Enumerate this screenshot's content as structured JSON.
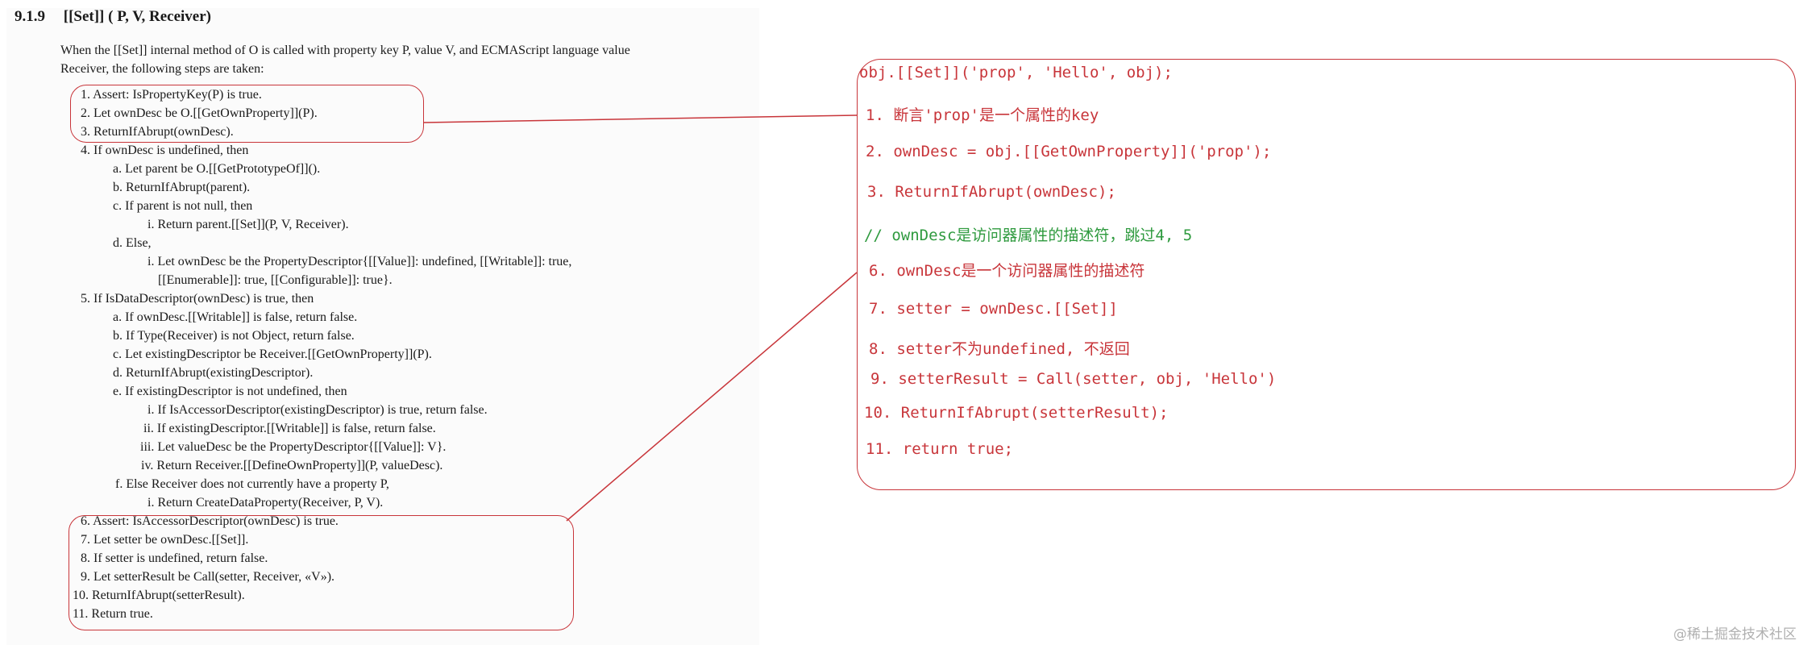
{
  "spec": {
    "section_number": "9.1.9",
    "section_title": "[[Set]] ( P, V, Receiver)",
    "intro_line1": "When the [[Set]] internal method of O is called with property key P, value V, and ECMAScript language value",
    "intro_line2": "Receiver, the following steps are taken:",
    "steps": [
      {
        "text": "1. Assert: IsPropertyKey(P) is true."
      },
      {
        "text": "2. Let ownDesc be O.[[GetOwnProperty]](P)."
      },
      {
        "text": "3. ReturnIfAbrupt(ownDesc)."
      },
      {
        "text": "4. If ownDesc is undefined, then"
      },
      {
        "text": "a. Let parent be O.[[GetPrototypeOf]]()."
      },
      {
        "text": "b. ReturnIfAbrupt(parent)."
      },
      {
        "text": "c. If parent is not null, then"
      },
      {
        "text": "i. Return parent.[[Set]](P, V, Receiver)."
      },
      {
        "text": "d. Else,"
      },
      {
        "text": "i. Let ownDesc be the PropertyDescriptor{[[Value]]: undefined, [[Writable]]: true,"
      },
      {
        "text": "[[Enumerable]]: true, [[Configurable]]: true}."
      },
      {
        "text": "5. If IsDataDescriptor(ownDesc) is true, then"
      },
      {
        "text": "a. If ownDesc.[[Writable]] is false, return false."
      },
      {
        "text": "b. If Type(Receiver) is not Object, return false."
      },
      {
        "text": "c. Let existingDescriptor be Receiver.[[GetOwnProperty]](P)."
      },
      {
        "text": "d. ReturnIfAbrupt(existingDescriptor)."
      },
      {
        "text": "e. If existingDescriptor is not undefined, then"
      },
      {
        "text": "i. If IsAccessorDescriptor(existingDescriptor) is true, return false."
      },
      {
        "text": "ii. If existingDescriptor.[[Writable]] is false, return false."
      },
      {
        "text": "iii. Let valueDesc be the PropertyDescriptor{[[Value]]: V}."
      },
      {
        "text": "iv. Return Receiver.[[DefineOwnProperty]](P, valueDesc)."
      },
      {
        "text": "f. Else Receiver does not currently have a property P,"
      },
      {
        "text": "i. Return CreateDataProperty(Receiver, P, V)."
      },
      {
        "text": "6. Assert: IsAccessorDescriptor(ownDesc) is true."
      },
      {
        "text": "7. Let setter be ownDesc.[[Set]]."
      },
      {
        "text": "8. If setter is undefined, return false."
      },
      {
        "text": "9. Let setterResult be Call(setter, Receiver, «V»)."
      },
      {
        "text": "10. ReturnIfAbrupt(setterResult)."
      },
      {
        "text": "11. Return true."
      }
    ]
  },
  "annotations": {
    "lines": [
      {
        "text": "obj.[[Set]]('prop', 'Hello', obj);",
        "kind": "code"
      },
      {
        "text": "1. 断言'prop'是一个属性的key",
        "kind": "code"
      },
      {
        "text": "2. ownDesc = obj.[[GetOwnProperty]]('prop');",
        "kind": "code"
      },
      {
        "text": "3. ReturnIfAbrupt(ownDesc);",
        "kind": "code"
      },
      {
        "text": "// ownDesc是访问器属性的描述符，跳过4, 5",
        "kind": "comment"
      },
      {
        "text": "6. ownDesc是一个访问器属性的描述符",
        "kind": "code"
      },
      {
        "text": "7. setter = ownDesc.[[Set]]",
        "kind": "code"
      },
      {
        "text": "8. setter不为undefined, 不返回",
        "kind": "code"
      },
      {
        "text": "9. setterResult = Call(setter, obj, 'Hello')",
        "kind": "code"
      },
      {
        "text": "10. ReturnIfAbrupt(setterResult);",
        "kind": "code"
      },
      {
        "text": "11. return true;",
        "kind": "code"
      }
    ]
  },
  "watermark": "@稀土掘金技术社区",
  "colors": {
    "annotation_red": "#c8353a",
    "comment_green": "#2e9a3e",
    "link_blue": "#2a2a9a"
  }
}
